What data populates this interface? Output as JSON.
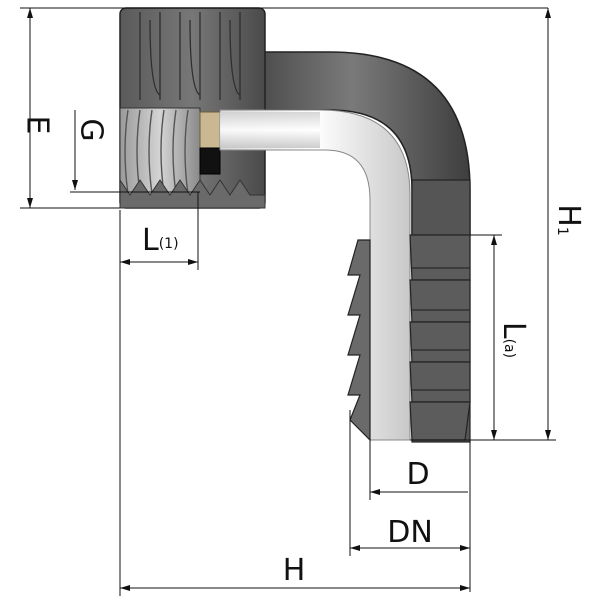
{
  "labels": {
    "E": "E",
    "G": "G",
    "L1_main": "L",
    "L1_sub": "(1)",
    "La_main": "L",
    "La_sub": "(a)",
    "H1_main": "H",
    "H1_sub": "1",
    "D": "D",
    "DN": "DN",
    "H": "H"
  },
  "colors": {
    "body_dark": "#4a4a4a",
    "body_mid": "#6a6a6a",
    "body_light": "#8a8a8a",
    "bore_white": "#f2f2f2",
    "bore_shade": "#cfcfcf",
    "washer_tan": "#c9b892",
    "seal_black": "#111111",
    "dimension_line": "#111111"
  },
  "icons": {
    "part": "elbow-hose-tail-fitting-icon"
  }
}
